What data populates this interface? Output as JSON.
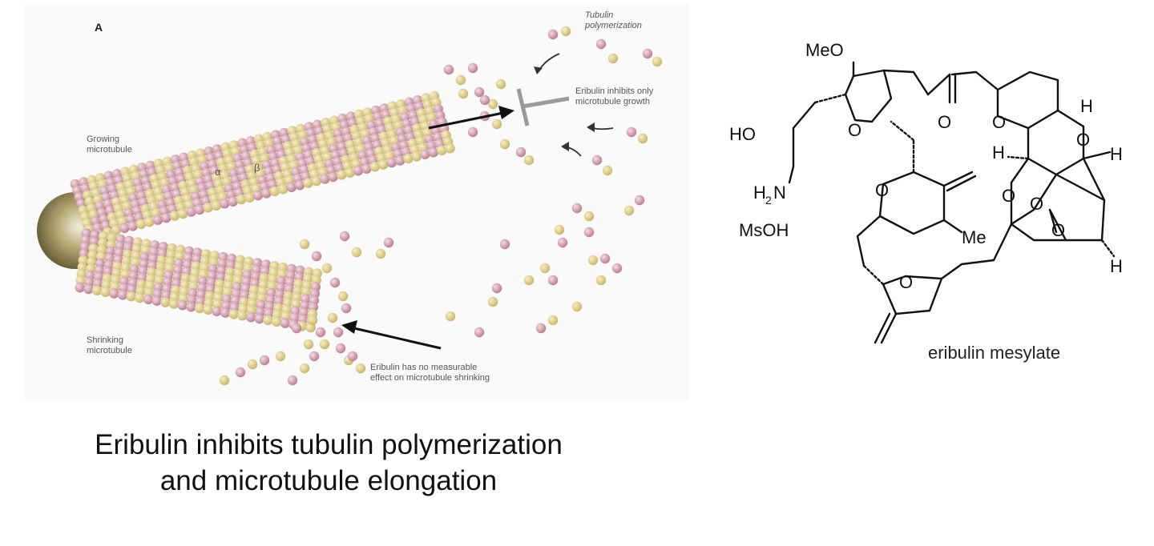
{
  "figure": {
    "panel_letter": "A",
    "labels": {
      "tubulin_polymerization_1": "Tubulin",
      "tubulin_polymerization_2": "polymerization",
      "inhibits_1": "Eribulin inhibits only",
      "inhibits_2": "microtubule growth",
      "growing_1": "Growing",
      "growing_2": "microtubule",
      "shrinking_1": "Shrinking",
      "shrinking_2": "microtubule",
      "no_effect_1": "Eribulin has no measurable",
      "no_effect_2": "effect on microtubule shrinking",
      "alpha": "α",
      "beta": "β"
    },
    "colors": {
      "alpha_tubulin": "#c9909f",
      "beta_tubulin": "#dccb83",
      "centrosome": "#8a7a45",
      "arrow": "#111111",
      "inhibitor_bar": "#9a9a9a"
    }
  },
  "caption": {
    "line1": "Eribulin inhibits tubulin polymerization",
    "line2": "and microtubule elongation"
  },
  "molecule": {
    "name": "eribulin mesylate",
    "atoms": {
      "meo": "MeO",
      "ho": "HO",
      "h2n_h": "H",
      "h2n_sub": "2",
      "h2n_n": "N",
      "msoh": "MsOH",
      "me": "Me",
      "o": "O",
      "h": "H"
    }
  }
}
